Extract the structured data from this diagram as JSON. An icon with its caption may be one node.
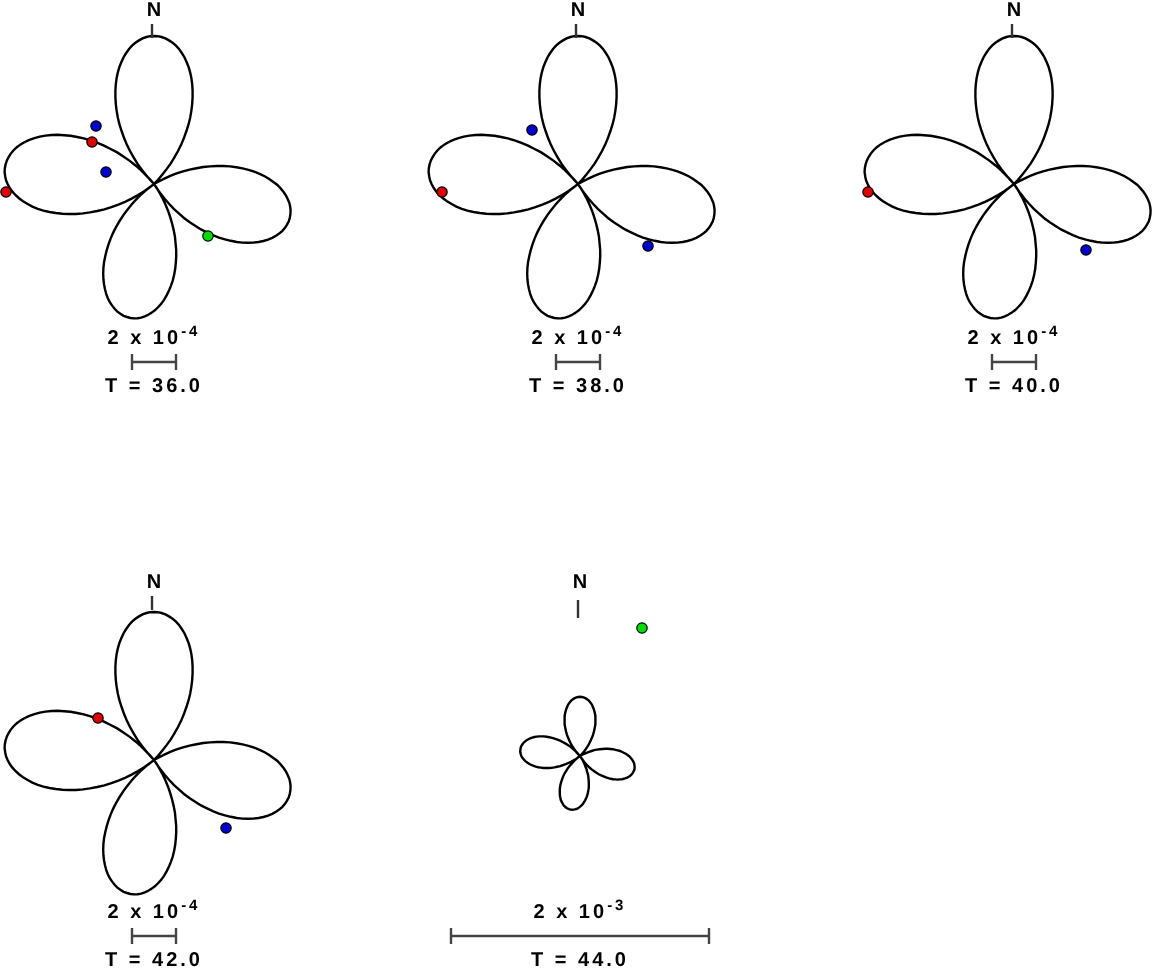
{
  "diagram": {
    "labels": [
      "N",
      "2 x 10$^{-4}$",
      "T = 36.0",
      "N",
      "2 x 10$^{-4}$",
      "T = 38.0",
      "N",
      "2 x 10$^{-4}$",
      "T = 40.0",
      "N",
      "2 x 10$^{-4}$",
      "T = 42.0",
      "N",
      "2 x 10$^{-3}$",
      "T = 44.0"
    ]
  }
}
